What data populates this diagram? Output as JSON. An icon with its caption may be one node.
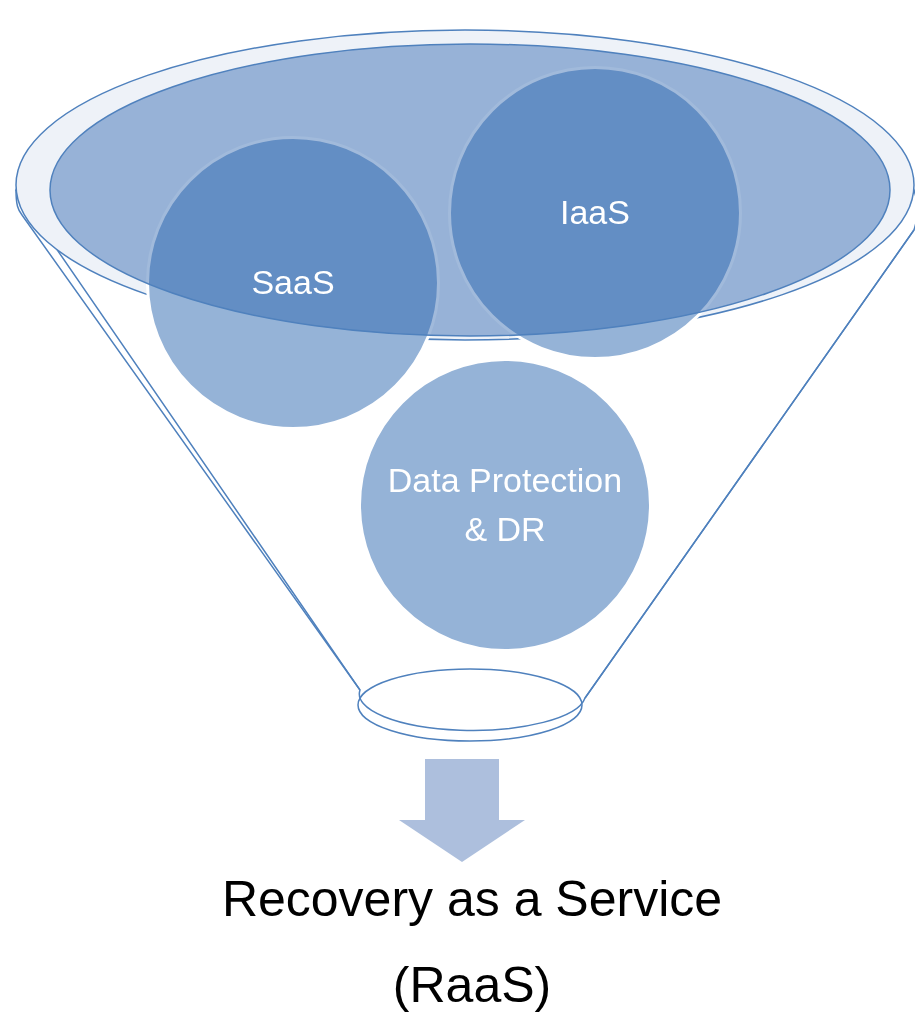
{
  "diagram": {
    "nodes": [
      {
        "text": [],
        "shape": "funnel"
      },
      {
        "text": [
          "SaaS"
        ],
        "in": 0
      },
      {
        "text": [
          "IaaS"
        ],
        "in": 0
      },
      {
        "text": [
          "Data Protection & DR"
        ],
        "in": 0
      },
      {
        "text": [
          "Recovery as a Service (RaaS)"
        ]
      }
    ],
    "edges": [
      {
        "from": 0,
        "to": 4,
        "arrow": "to"
      }
    ]
  }
}
